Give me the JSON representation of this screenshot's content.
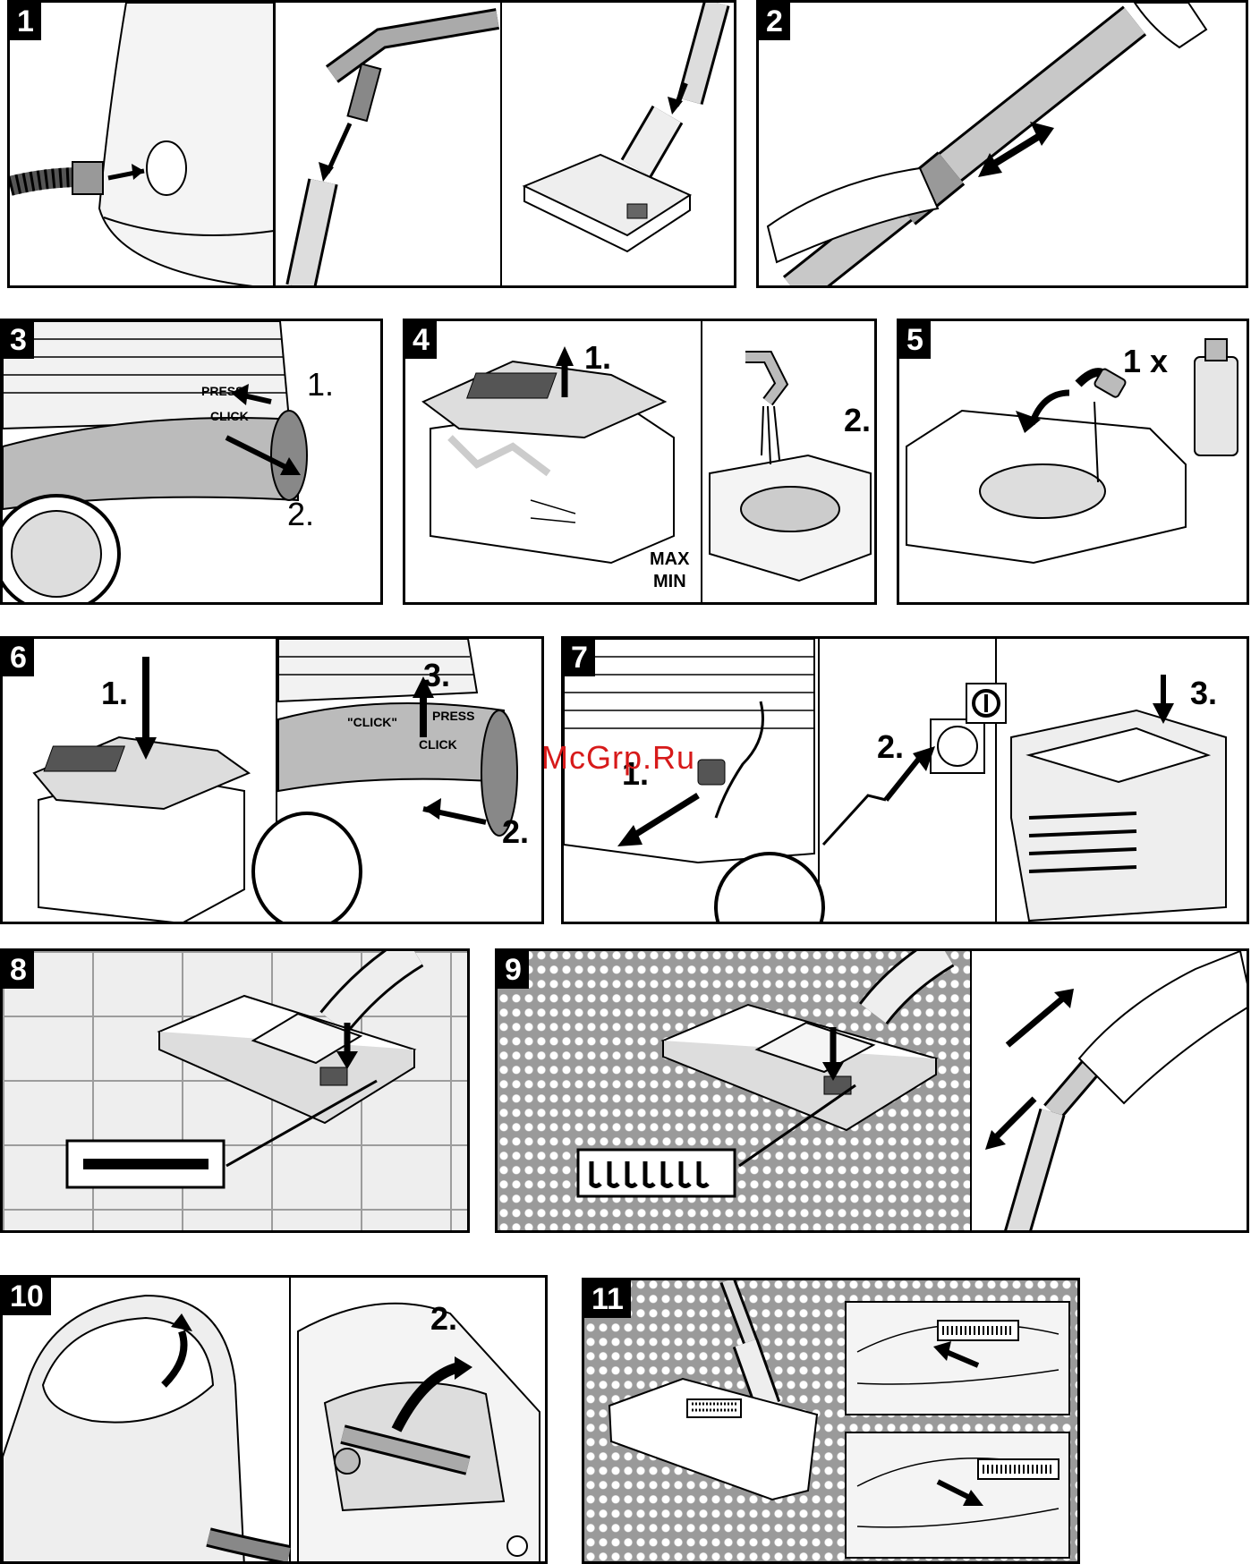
{
  "panels": [
    {
      "number": "1"
    },
    {
      "number": "2"
    },
    {
      "number": "3",
      "labels": {
        "press": "PRESS",
        "click": "CLICK",
        "step1": "1.",
        "step2": "2."
      }
    },
    {
      "number": "4",
      "labels": {
        "step1": "1.",
        "step2": "2.",
        "max": "MAX",
        "min": "MIN"
      }
    },
    {
      "number": "5",
      "labels": {
        "qty": "1 x"
      }
    },
    {
      "number": "6",
      "labels": {
        "step1": "1.",
        "step2": "2.",
        "step3": "3.",
        "click": "\"CLICK\"",
        "press": "PRESS",
        "click2": "CLICK"
      }
    },
    {
      "number": "7",
      "labels": {
        "step1": "1.",
        "step2": "2.",
        "step3": "3."
      }
    },
    {
      "number": "8"
    },
    {
      "number": "9"
    },
    {
      "number": "10",
      "labels": {
        "step2": "2."
      }
    },
    {
      "number": "11"
    }
  ],
  "watermark": "McGrp.Ru",
  "colors": {
    "ink": "#000000",
    "gray": "#9a9a9a",
    "light": "#eeeeee",
    "watermark": "#d71a1a"
  }
}
